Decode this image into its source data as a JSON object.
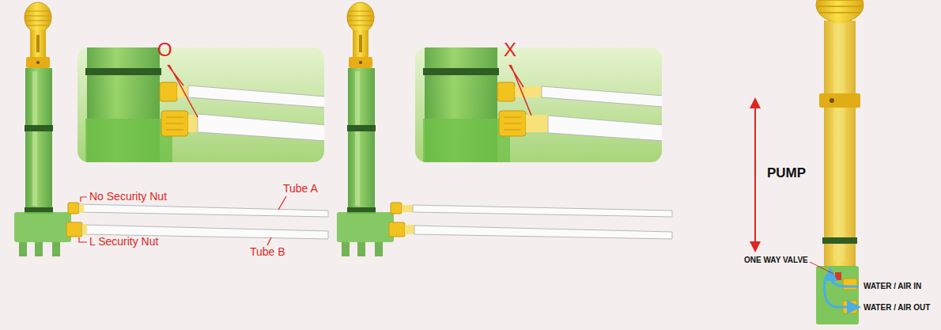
{
  "diagram": {
    "labels": [
      "O",
      "No Security Nut",
      "L Security Nut",
      "Tube A",
      "Tube B",
      "X",
      "PUMP",
      "ONE WAY VALVE",
      "WATER / AIR IN",
      "WATER / AIR OUT"
    ]
  }
}
